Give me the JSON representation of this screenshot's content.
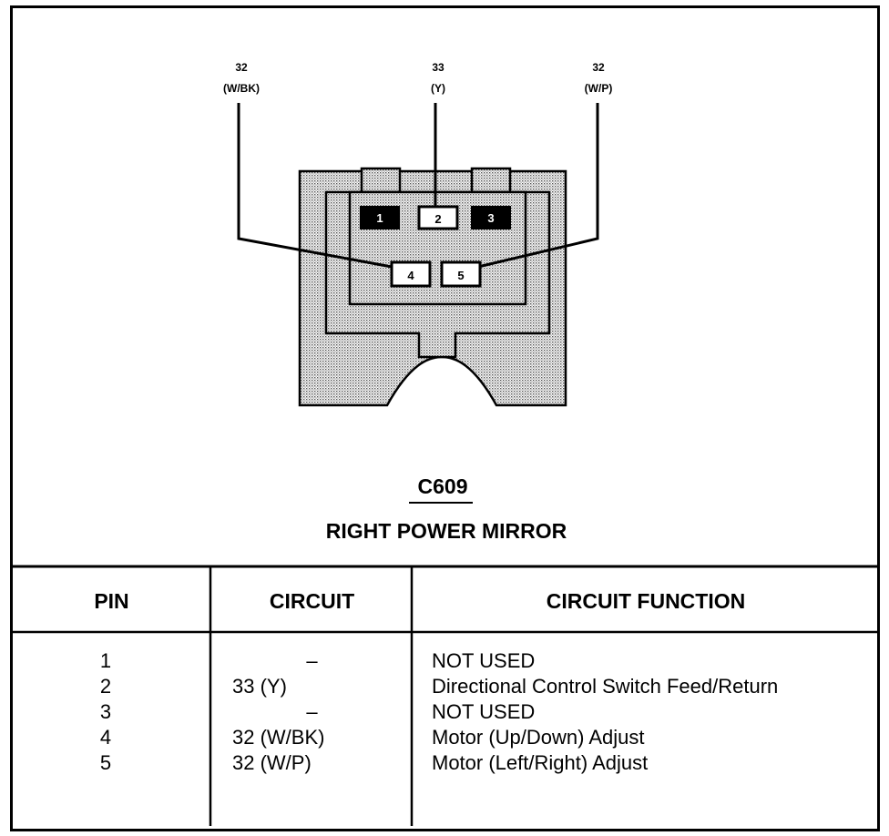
{
  "wire_labels": [
    {
      "circuit": "32",
      "color": "(W/BK)"
    },
    {
      "circuit": "33",
      "color": "(Y)"
    },
    {
      "circuit": "32",
      "color": "(W/P)"
    }
  ],
  "pins_drawn": [
    "1",
    "2",
    "3",
    "4",
    "5"
  ],
  "connector": {
    "id": "C609",
    "name": "RIGHT POWER MIRROR"
  },
  "table": {
    "headers": [
      "PIN",
      "CIRCUIT",
      "CIRCUIT FUNCTION"
    ],
    "rows": [
      {
        "pin": "1",
        "circuit": "–",
        "function": "NOT USED"
      },
      {
        "pin": "2",
        "circuit": "33 (Y)",
        "function": "Directional Control Switch Feed/Return"
      },
      {
        "pin": "3",
        "circuit": "–",
        "function": "NOT USED"
      },
      {
        "pin": "4",
        "circuit": "32 (W/BK)",
        "function": "Motor (Up/Down) Adjust"
      },
      {
        "pin": "5",
        "circuit": "32 (W/P)",
        "function": "Motor (Left/Right) Adjust"
      }
    ]
  }
}
